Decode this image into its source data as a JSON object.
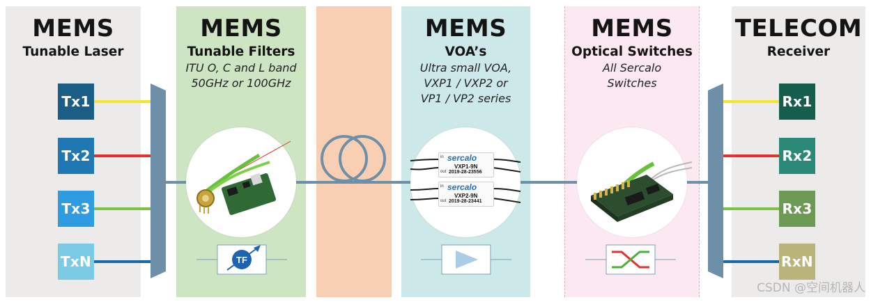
{
  "panels": {
    "laser": {
      "title": "MEMS",
      "subtitle": "Tunable Laser"
    },
    "filters": {
      "title": "MEMS",
      "subtitle": "Tunable Filters",
      "note_lines": [
        "ITU O, C and L band",
        "50GHz or 100GHz"
      ],
      "symbol": "TF"
    },
    "voa": {
      "title": "MEMS",
      "subtitle": "VOA’s",
      "note_lines": [
        "Ultra small VOA,",
        "VXP1 / VXP2 or",
        "VP1 / VP2 series"
      ]
    },
    "switches": {
      "title": "MEMS",
      "subtitle": "Optical Switches",
      "note_lines": [
        "All Sercalo",
        "Switches"
      ]
    },
    "receiver": {
      "title": "TELECOM",
      "subtitle": "Receiver"
    }
  },
  "transmitters": [
    {
      "label": "Tx1",
      "color": "#1a5e86",
      "line": "#f2e52b"
    },
    {
      "label": "Tx2",
      "color": "#1f78b4",
      "line": "#e53030"
    },
    {
      "label": "Tx3",
      "color": "#2f9be0",
      "line": "#7dc242"
    },
    {
      "label": "TxN",
      "color": "#7bcbe6",
      "line": "#1668a8"
    }
  ],
  "receivers": [
    {
      "label": "Rx1",
      "color": "#155e4e",
      "line": "#f2e52b"
    },
    {
      "label": "Rx2",
      "color": "#2a8a77",
      "line": "#e53030"
    },
    {
      "label": "Rx3",
      "color": "#6c9a54",
      "line": "#7dc242"
    },
    {
      "label": "RxN",
      "color": "#b8b47a",
      "line": "#1668a8"
    }
  ],
  "voa_devices": [
    {
      "brand": "sercalo",
      "in": "in",
      "out": "out",
      "model": "VXP1-9N",
      "serial": "2019-28-23556"
    },
    {
      "brand": "sercalo",
      "in": "in",
      "out": "out",
      "model": "VXP2-9N",
      "serial": "2019-28-23441"
    }
  ],
  "watermark": "CSDN @空间机器人",
  "colors": {
    "laser_bg": "#ecebe9",
    "filters_bg": "#cde5c3",
    "fiber_bg": "#f9cfb4",
    "voa_bg": "#cde8e8",
    "switch_bg": "#fbe8f1",
    "receiver_bg": "#ecebe9",
    "fiber_line": "#6d8fa8",
    "mux": "#6d8fa8"
  }
}
